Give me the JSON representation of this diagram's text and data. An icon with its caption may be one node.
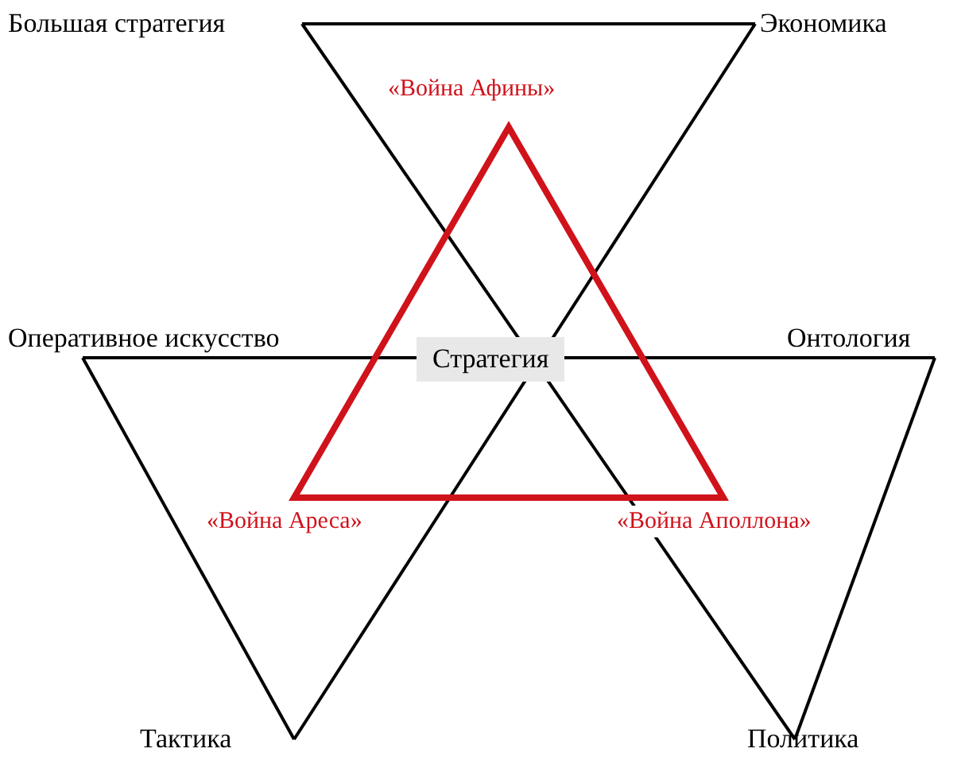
{
  "diagram": {
    "nodes": [
      {
        "text": [
          "Стратегия"
        ]
      }
    ],
    "labels": [
      "Большая стратегия",
      "Экономика",
      "«Война Афины»",
      "Оперативное искусство",
      "Онтология",
      "«Война Ареса»",
      "«Война Аполлона»",
      "Тактика",
      "Политика"
    ]
  }
}
